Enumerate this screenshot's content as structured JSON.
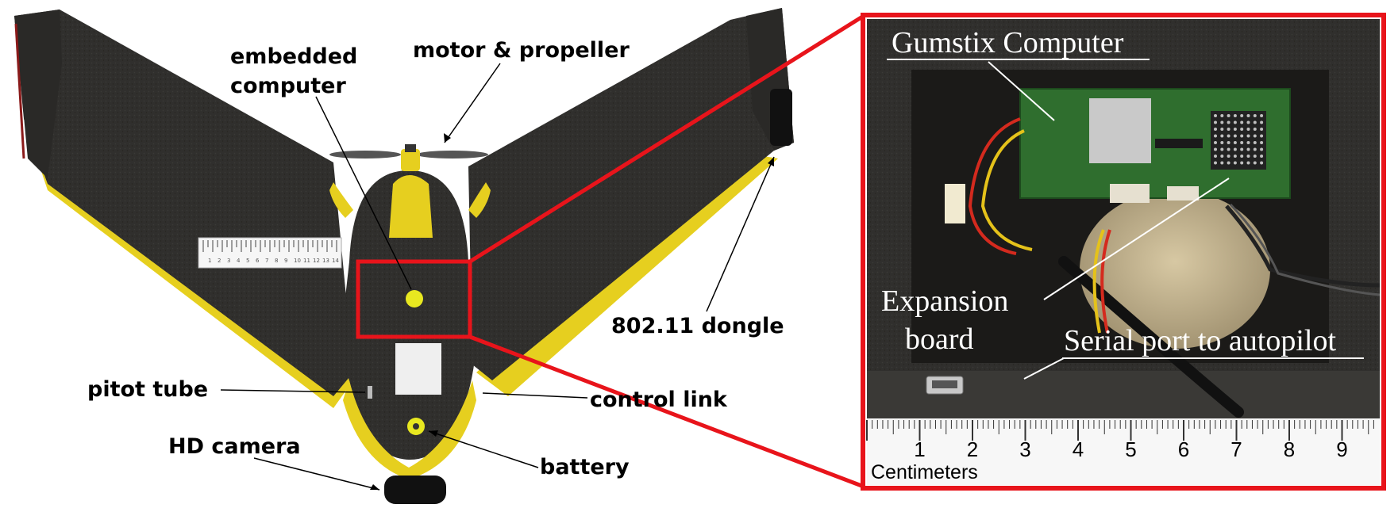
{
  "left_labels": {
    "embedded_computer_line1": "embedded",
    "embedded_computer_line2": "computer",
    "motor_propeller": "motor & propeller",
    "dongle": "802.11 dongle",
    "pitot_tube": "pitot tube",
    "control_link": "control link",
    "hd_camera": "HD camera",
    "battery": "battery"
  },
  "inset_labels": {
    "gumstix": "Gumstix Computer",
    "expansion_line1": "Expansion",
    "expansion_line2": "board",
    "serial_port": "Serial port to autopilot"
  },
  "ruler": {
    "unit_label": "Centimeters",
    "ticks": [
      "1",
      "2",
      "3",
      "4",
      "5",
      "6",
      "7",
      "8",
      "9"
    ]
  },
  "colors": {
    "highlight": "#e8141b",
    "foam": "#2e2d2b",
    "edge_yellow": "#e6cf1f",
    "annotation": "#000000"
  },
  "photo_scale_ticks": [
    "1",
    "2",
    "3",
    "4",
    "5",
    "6",
    "7",
    "8",
    "9",
    "10",
    "11",
    "12",
    "13",
    "14"
  ]
}
